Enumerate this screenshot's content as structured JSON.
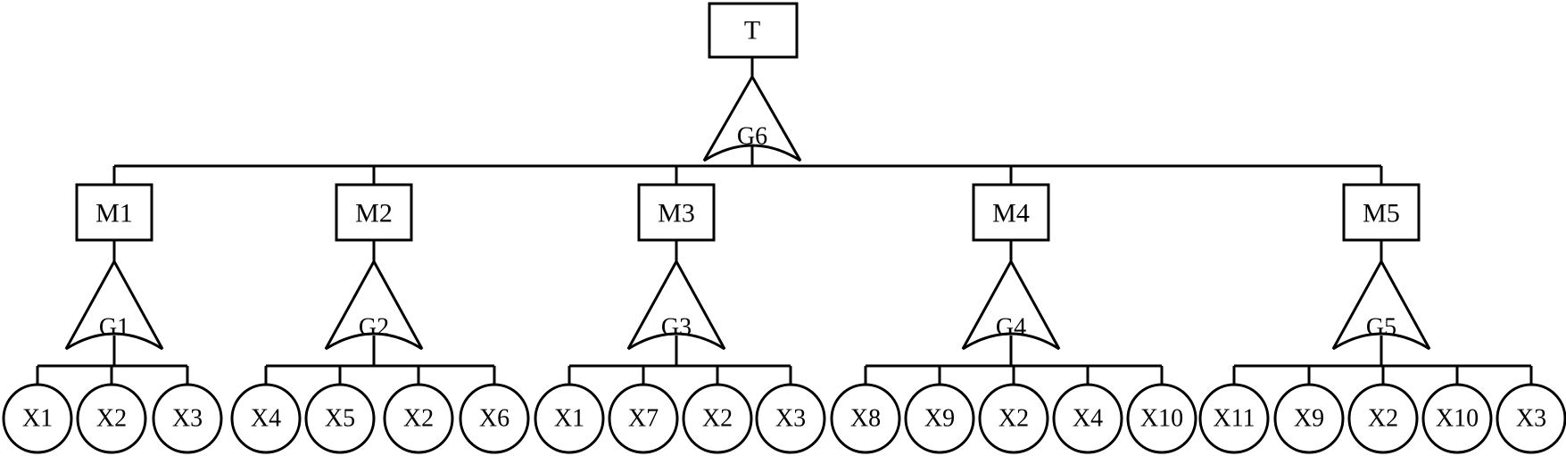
{
  "top_event": {
    "label": "T"
  },
  "top_gate": {
    "label": "G6"
  },
  "branches": [
    {
      "event": "M1",
      "gate": "G1",
      "leaves": [
        "X1",
        "X2",
        "X3"
      ]
    },
    {
      "event": "M2",
      "gate": "G2",
      "leaves": [
        "X4",
        "X5",
        "X2",
        "X6"
      ]
    },
    {
      "event": "M3",
      "gate": "G3",
      "leaves": [
        "X1",
        "X7",
        "X2",
        "X3"
      ]
    },
    {
      "event": "M4",
      "gate": "G4",
      "leaves": [
        "X8",
        "X9",
        "X2",
        "X4",
        "X10"
      ]
    },
    {
      "event": "M5",
      "gate": "G5",
      "leaves": [
        "X11",
        "X9",
        "X2",
        "X10",
        "X3"
      ]
    }
  ]
}
